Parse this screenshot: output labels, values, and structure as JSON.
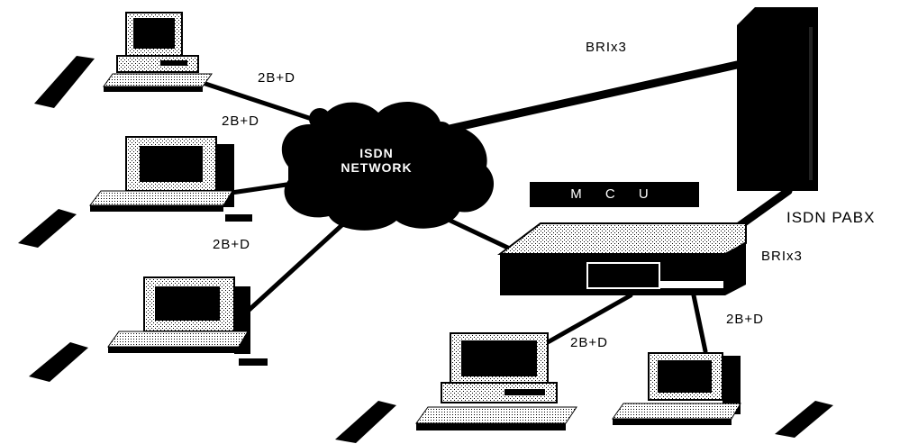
{
  "network": {
    "line1": "ISDN",
    "line2": "NETWORK"
  },
  "mcu": {
    "label": "M C U"
  },
  "pabx": {
    "label": "ISDN PABX"
  },
  "links": {
    "bri_pabx": "BRIx3",
    "bri_mcu": "BRIx3",
    "pc1": "2B+D",
    "pc2": "2B+D",
    "pc3": "2B+D",
    "pc4": "2B+D",
    "pc5": "2B+D"
  }
}
